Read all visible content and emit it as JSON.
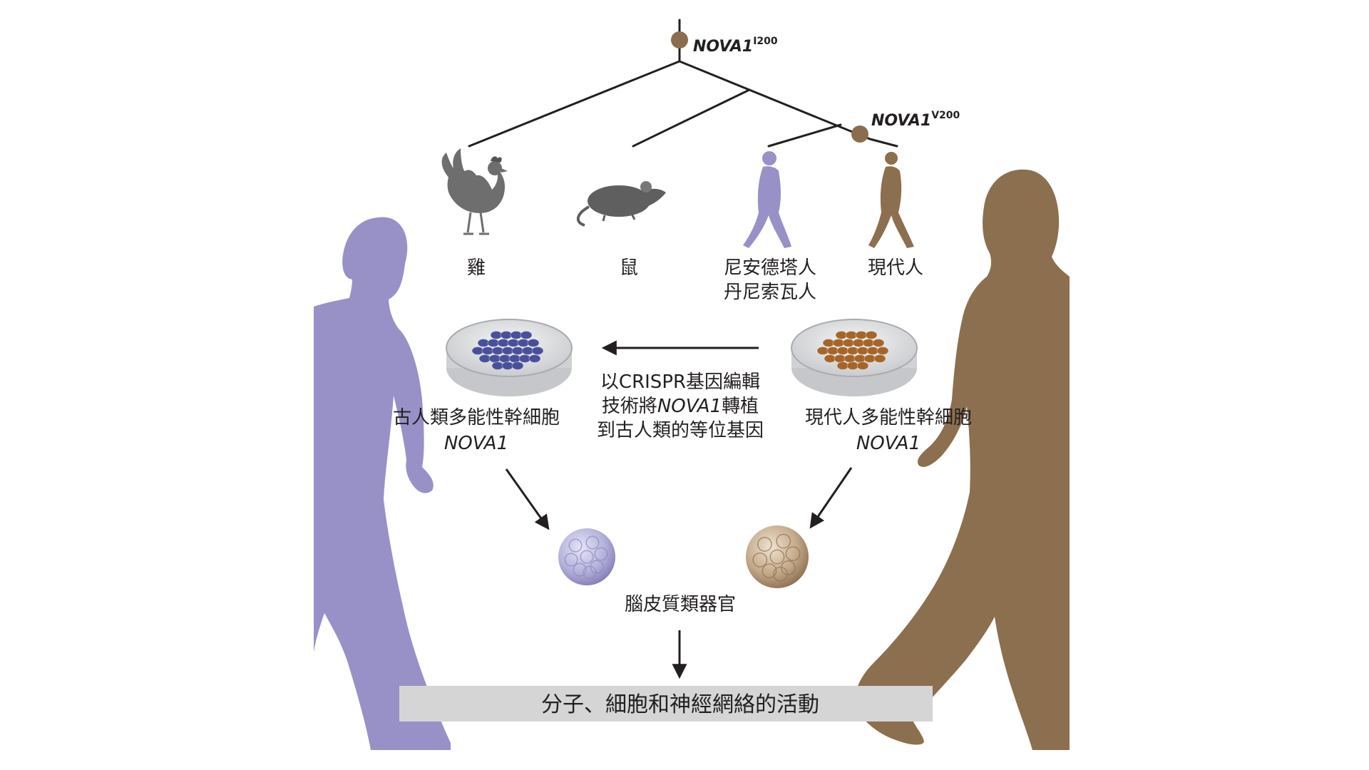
{
  "tree": {
    "root_gene": "NOVA1",
    "root_variant": "I200",
    "modern_gene": "NOVA1",
    "modern_variant": "V200"
  },
  "species": {
    "chicken": "雞",
    "mouse": "鼠",
    "archaic_line1": "尼安德塔人",
    "archaic_line2": "丹尼索瓦人",
    "modern": "現代人"
  },
  "stem_cells": {
    "archaic_label": "古人類多能性幹細胞",
    "archaic_gene": "NOVA1",
    "modern_label": "現代人多能性幹細胞",
    "modern_gene": "NOVA1"
  },
  "crispr": {
    "line1": "以CRISPR基因編輯",
    "line2_pre": "技術將",
    "line2_gene": "NOVA1",
    "line2_post": "轉植",
    "line3": "到古人類的等位基因"
  },
  "organoid_label": "腦皮質類器官",
  "result_banner": "分子、細胞和神經網絡的活動",
  "colors": {
    "archaic": "#9891c7",
    "modern": "#8c6f4e",
    "node": "#8b6d4d",
    "banner": "#d5d5d5",
    "gray_animal": "#6e6e6e",
    "archaic_cells": "#4a4f9a",
    "modern_cells": "#a5652a"
  }
}
